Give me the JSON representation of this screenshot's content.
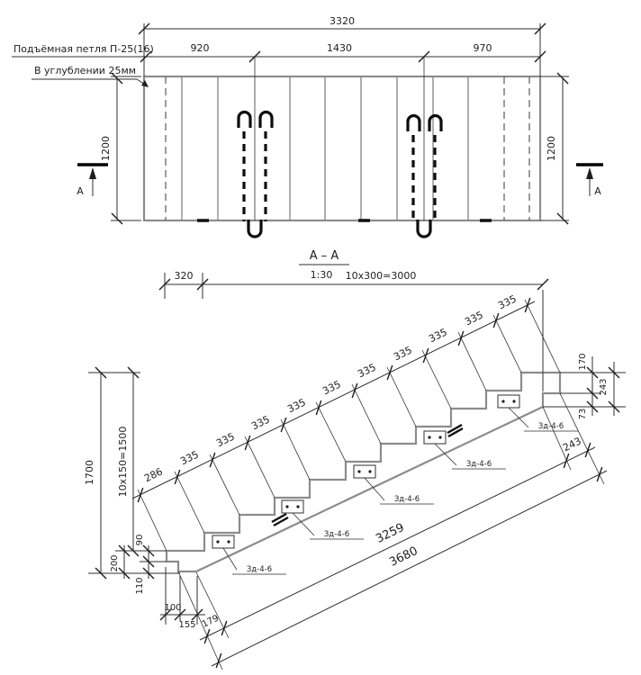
{
  "drawing": {
    "plan": {
      "note_lifting_loop": "Подъёмная петля П-25(16)",
      "note_recess": "В углублении 25мм",
      "dim_total": "3320",
      "dim_seg1": "920",
      "dim_seg2": "1430",
      "dim_seg3": "970",
      "dim_width_left": "1200",
      "dim_width_right": "1200",
      "section_mark_left": "А",
      "section_mark_right": "А"
    },
    "section": {
      "title": "А – А",
      "scale": "1:30",
      "dim_landing": "320",
      "dim_treads": "10x300=3000",
      "dim_height_total": "1700",
      "dim_risers": "10x150=1500",
      "incline_segments": [
        "286",
        "335",
        "335",
        "335",
        "335",
        "335",
        "335",
        "335",
        "335",
        "335",
        "335"
      ],
      "foot": {
        "dim_90": "90",
        "dim_200": "200",
        "dim_110": "110",
        "dim_100": "100",
        "dim_155": "155",
        "dim_179": "179"
      },
      "length": {
        "dim_3259": "3259",
        "dim_3680": "3680",
        "dim_243_slope": "243"
      },
      "top_end": {
        "dim_170": "170",
        "dim_243": "243",
        "dim_73": "73"
      },
      "plate_label": "Зд-4-6"
    }
  }
}
